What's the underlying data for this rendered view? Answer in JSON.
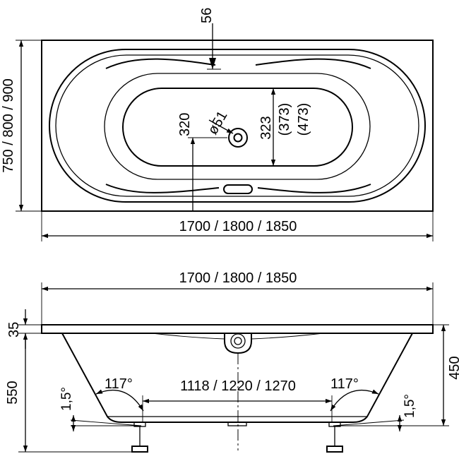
{
  "top_view": {
    "length_label": "1700 / 1800 / 1850",
    "width_label": "750 / 800 / 900",
    "rim_label": "56",
    "drain_offset_label": "320",
    "drain_diameter_label": "ø51",
    "inner_width_label": "323",
    "inner_width_alt1": "(373)",
    "inner_width_alt2": "(473)"
  },
  "side_view": {
    "length_label": "1700 / 1800 / 1850",
    "rim_height_label": "35",
    "depth_label": "550",
    "height_label": "450",
    "base_length_label": "1118 / 1220 / 1270",
    "angle_left_label": "117°",
    "angle_right_label": "117°",
    "slope_left_label": "1,5°",
    "slope_right_label": "1,5°"
  }
}
